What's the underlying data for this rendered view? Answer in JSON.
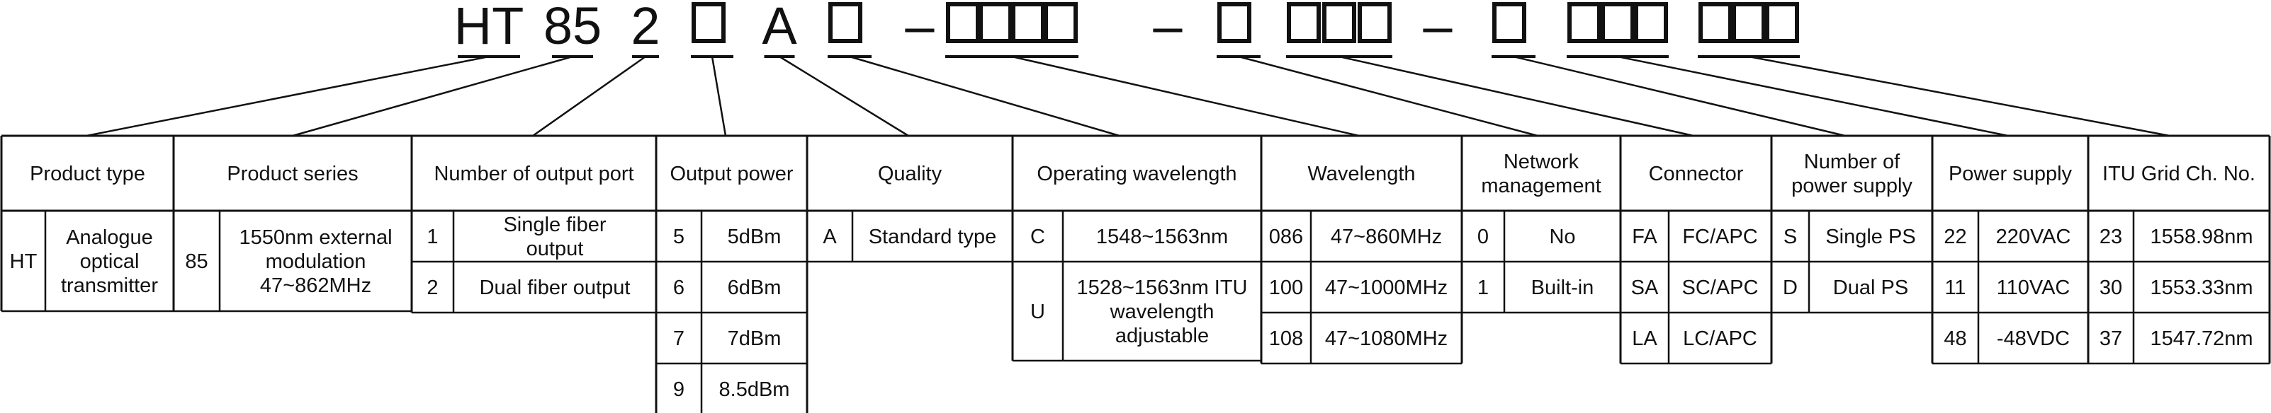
{
  "model_code": {
    "tokens": [
      {
        "id": "ht",
        "label": "HT"
      },
      {
        "id": "series",
        "label": "85"
      },
      {
        "id": "port",
        "label": "2"
      },
      {
        "id": "power",
        "label": ""
      },
      {
        "id": "quality",
        "label": "A"
      },
      {
        "id": "opwl",
        "label": ""
      },
      {
        "id": "dash1",
        "label": "–"
      },
      {
        "id": "wl",
        "label": ""
      },
      {
        "id": "dash2",
        "label": "–"
      },
      {
        "id": "net",
        "label": ""
      },
      {
        "id": "conn",
        "label": ""
      },
      {
        "id": "dash3",
        "label": "–"
      },
      {
        "id": "nps",
        "label": ""
      },
      {
        "id": "supply",
        "label": ""
      },
      {
        "id": "itu",
        "label": ""
      }
    ]
  },
  "table": {
    "headers": [
      {
        "id": "product-type",
        "label": "Product type"
      },
      {
        "id": "product-series",
        "label": "Product series"
      },
      {
        "id": "number-of-output-port",
        "label": "Number of output port"
      },
      {
        "id": "output-power",
        "label": "Output power"
      },
      {
        "id": "quality",
        "label": "Quality"
      },
      {
        "id": "operating-wavelength",
        "label": "Operating wavelength"
      },
      {
        "id": "wavelength",
        "label": "Wavelength"
      },
      {
        "id": "network-management",
        "label": "Network management"
      },
      {
        "id": "connector",
        "label": "Connector"
      },
      {
        "id": "number-of-power-supply",
        "label": "Number of power supply"
      },
      {
        "id": "power-supply",
        "label": "Power supply"
      },
      {
        "id": "itu-grid-ch-no",
        "label": "ITU Grid Ch. No."
      }
    ],
    "product_type": [
      {
        "code": "HT",
        "desc": "Analogue optical transmitter"
      }
    ],
    "product_series": [
      {
        "code": "85",
        "desc": "1550nm external modulation 47~862MHz"
      }
    ],
    "output_port": [
      {
        "code": "1",
        "desc": "Single fiber output"
      },
      {
        "code": "2",
        "desc": "Dual fiber output"
      }
    ],
    "output_power": [
      {
        "code": "5",
        "desc": "5dBm"
      },
      {
        "code": "6",
        "desc": "6dBm"
      },
      {
        "code": "7",
        "desc": "7dBm"
      },
      {
        "code": "9",
        "desc": "8.5dBm"
      }
    ],
    "quality": [
      {
        "code": "A",
        "desc": "Standard type"
      }
    ],
    "operating_wavelength": [
      {
        "code": "C",
        "desc": "1548~1563nm"
      },
      {
        "code": "U",
        "desc": "1528~1563nm ITU wavelength adjustable"
      }
    ],
    "wavelength": [
      {
        "code": "086",
        "desc": "47~860MHz"
      },
      {
        "code": "100",
        "desc": "47~1000MHz"
      },
      {
        "code": "108",
        "desc": "47~1080MHz"
      }
    ],
    "network_management": [
      {
        "code": "0",
        "desc": "No"
      },
      {
        "code": "1",
        "desc": "Built-in"
      }
    ],
    "connector": [
      {
        "code": "FA",
        "desc": "FC/APC"
      },
      {
        "code": "SA",
        "desc": "SC/APC"
      },
      {
        "code": "LA",
        "desc": "LC/APC"
      }
    ],
    "number_of_power_supply": [
      {
        "code": "S",
        "desc": "Single PS"
      },
      {
        "code": "D",
        "desc": "Dual PS"
      }
    ],
    "power_supply": [
      {
        "code": "22",
        "desc": "220VAC"
      },
      {
        "code": "11",
        "desc": "110VAC"
      },
      {
        "code": "48",
        "desc": "-48VDC"
      }
    ],
    "itu_grid": [
      {
        "code": "23",
        "desc": "1558.98nm"
      },
      {
        "code": "30",
        "desc": "1553.33nm"
      },
      {
        "code": "37",
        "desc": "1547.72nm"
      }
    ]
  }
}
